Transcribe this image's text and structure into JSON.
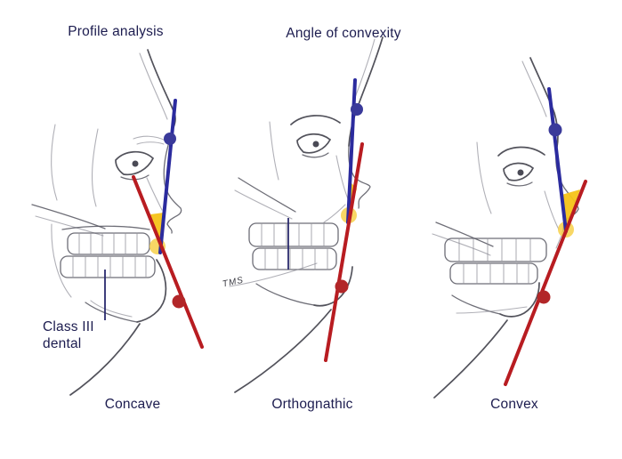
{
  "diagram": {
    "heading_left": "Profile analysis",
    "heading_center": "Angle of convexity"
  },
  "panels": [
    {
      "name": "concave",
      "caption": "Concave"
    },
    {
      "name": "orthognathic",
      "caption": "Orthognathic"
    },
    {
      "name": "convex",
      "caption": "Convex"
    }
  ],
  "annotation": {
    "line1": "Class III",
    "line2": "dental"
  },
  "signature": "TMS",
  "colors": {
    "facial_plane_blue": "#2b2b9e",
    "convexity_line_red": "#b81c21",
    "angle_highlight_yellow": "#f6c318",
    "landmark_dot_blue": "#3a3a9a",
    "landmark_dot_red": "#b22628",
    "landmark_dot_yellow": "#f7d04a",
    "label_text": "#1c1c4f",
    "sketch_gray": "#55555f"
  }
}
